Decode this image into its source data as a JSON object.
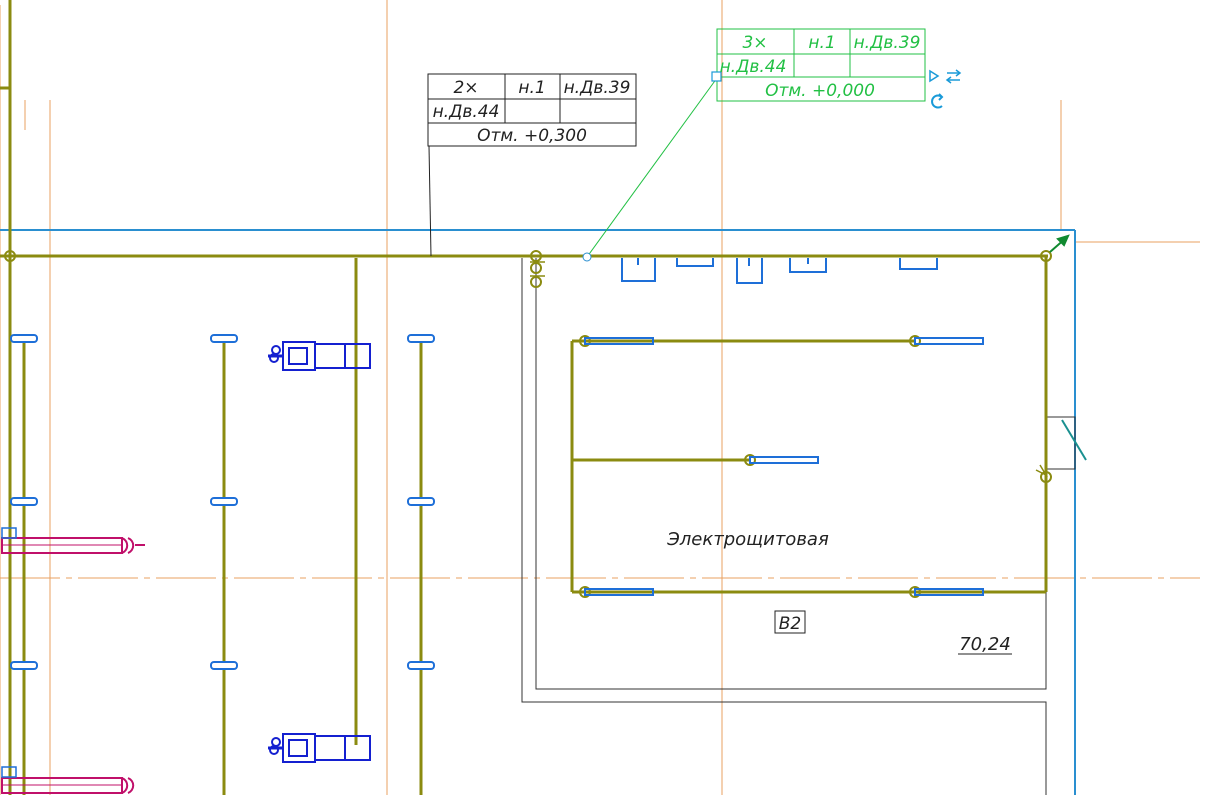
{
  "colors": {
    "background": "#ffffff",
    "axis_lines": "#e8a060",
    "wall_blue": "#2a8fd0",
    "cable_olive": "#8b8b10",
    "lamp_blue": "#1e6fd8",
    "device_blue": "#1420d0",
    "heater_magenta": "#c0106a",
    "annotation_black": "#222222",
    "annotation_green": "#22c044",
    "control_blue": "#1a9ad8",
    "arrow_green": "#108a30"
  },
  "annotation_black": {
    "count": "2×",
    "circuit": "н.1",
    "group_a": "н.Дв.39",
    "group_b": "н.Дв.44",
    "level": "Отм. +0,300"
  },
  "annotation_green": {
    "count": "3×",
    "circuit": "н.1",
    "group_a": "н.Дв.39",
    "group_b": "н.Дв.44",
    "level": "Отм. +0,000"
  },
  "room": {
    "name": "Электрощитовая",
    "code": "В2",
    "area": "70,24"
  },
  "icons": {
    "swap": "swap-arrows-icon",
    "rotate": "rotate-icon",
    "flip": "flip-triangle-icon",
    "direction": "direction-arrow-icon"
  }
}
